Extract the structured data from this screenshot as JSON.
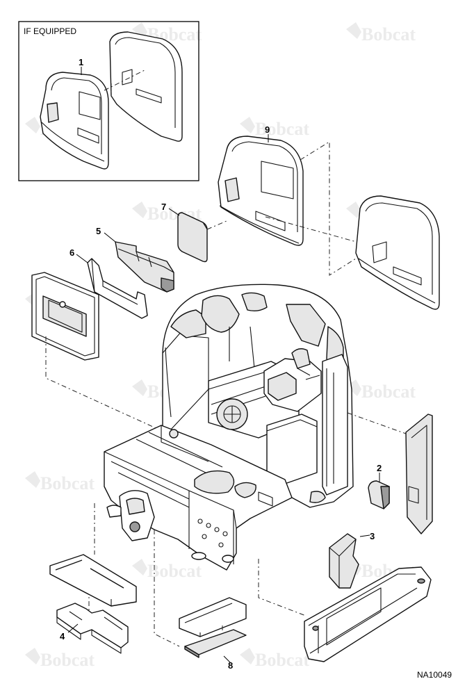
{
  "inset": {
    "title": "IF EQUIPPED"
  },
  "watermark": {
    "text": "Bobcat"
  },
  "drawing_number": "NA10049",
  "callouts": [
    {
      "id": "c1",
      "label": "1"
    },
    {
      "id": "c2",
      "label": "2"
    },
    {
      "id": "c3",
      "label": "3"
    },
    {
      "id": "c4",
      "label": "4"
    },
    {
      "id": "c5",
      "label": "5"
    },
    {
      "id": "c6",
      "label": "6"
    },
    {
      "id": "c7",
      "label": "7"
    },
    {
      "id": "c8",
      "label": "8"
    },
    {
      "id": "c9",
      "label": "9"
    }
  ],
  "colors": {
    "line": "#111111",
    "watermark": "#ececec",
    "shade": "#e6e6e6"
  }
}
